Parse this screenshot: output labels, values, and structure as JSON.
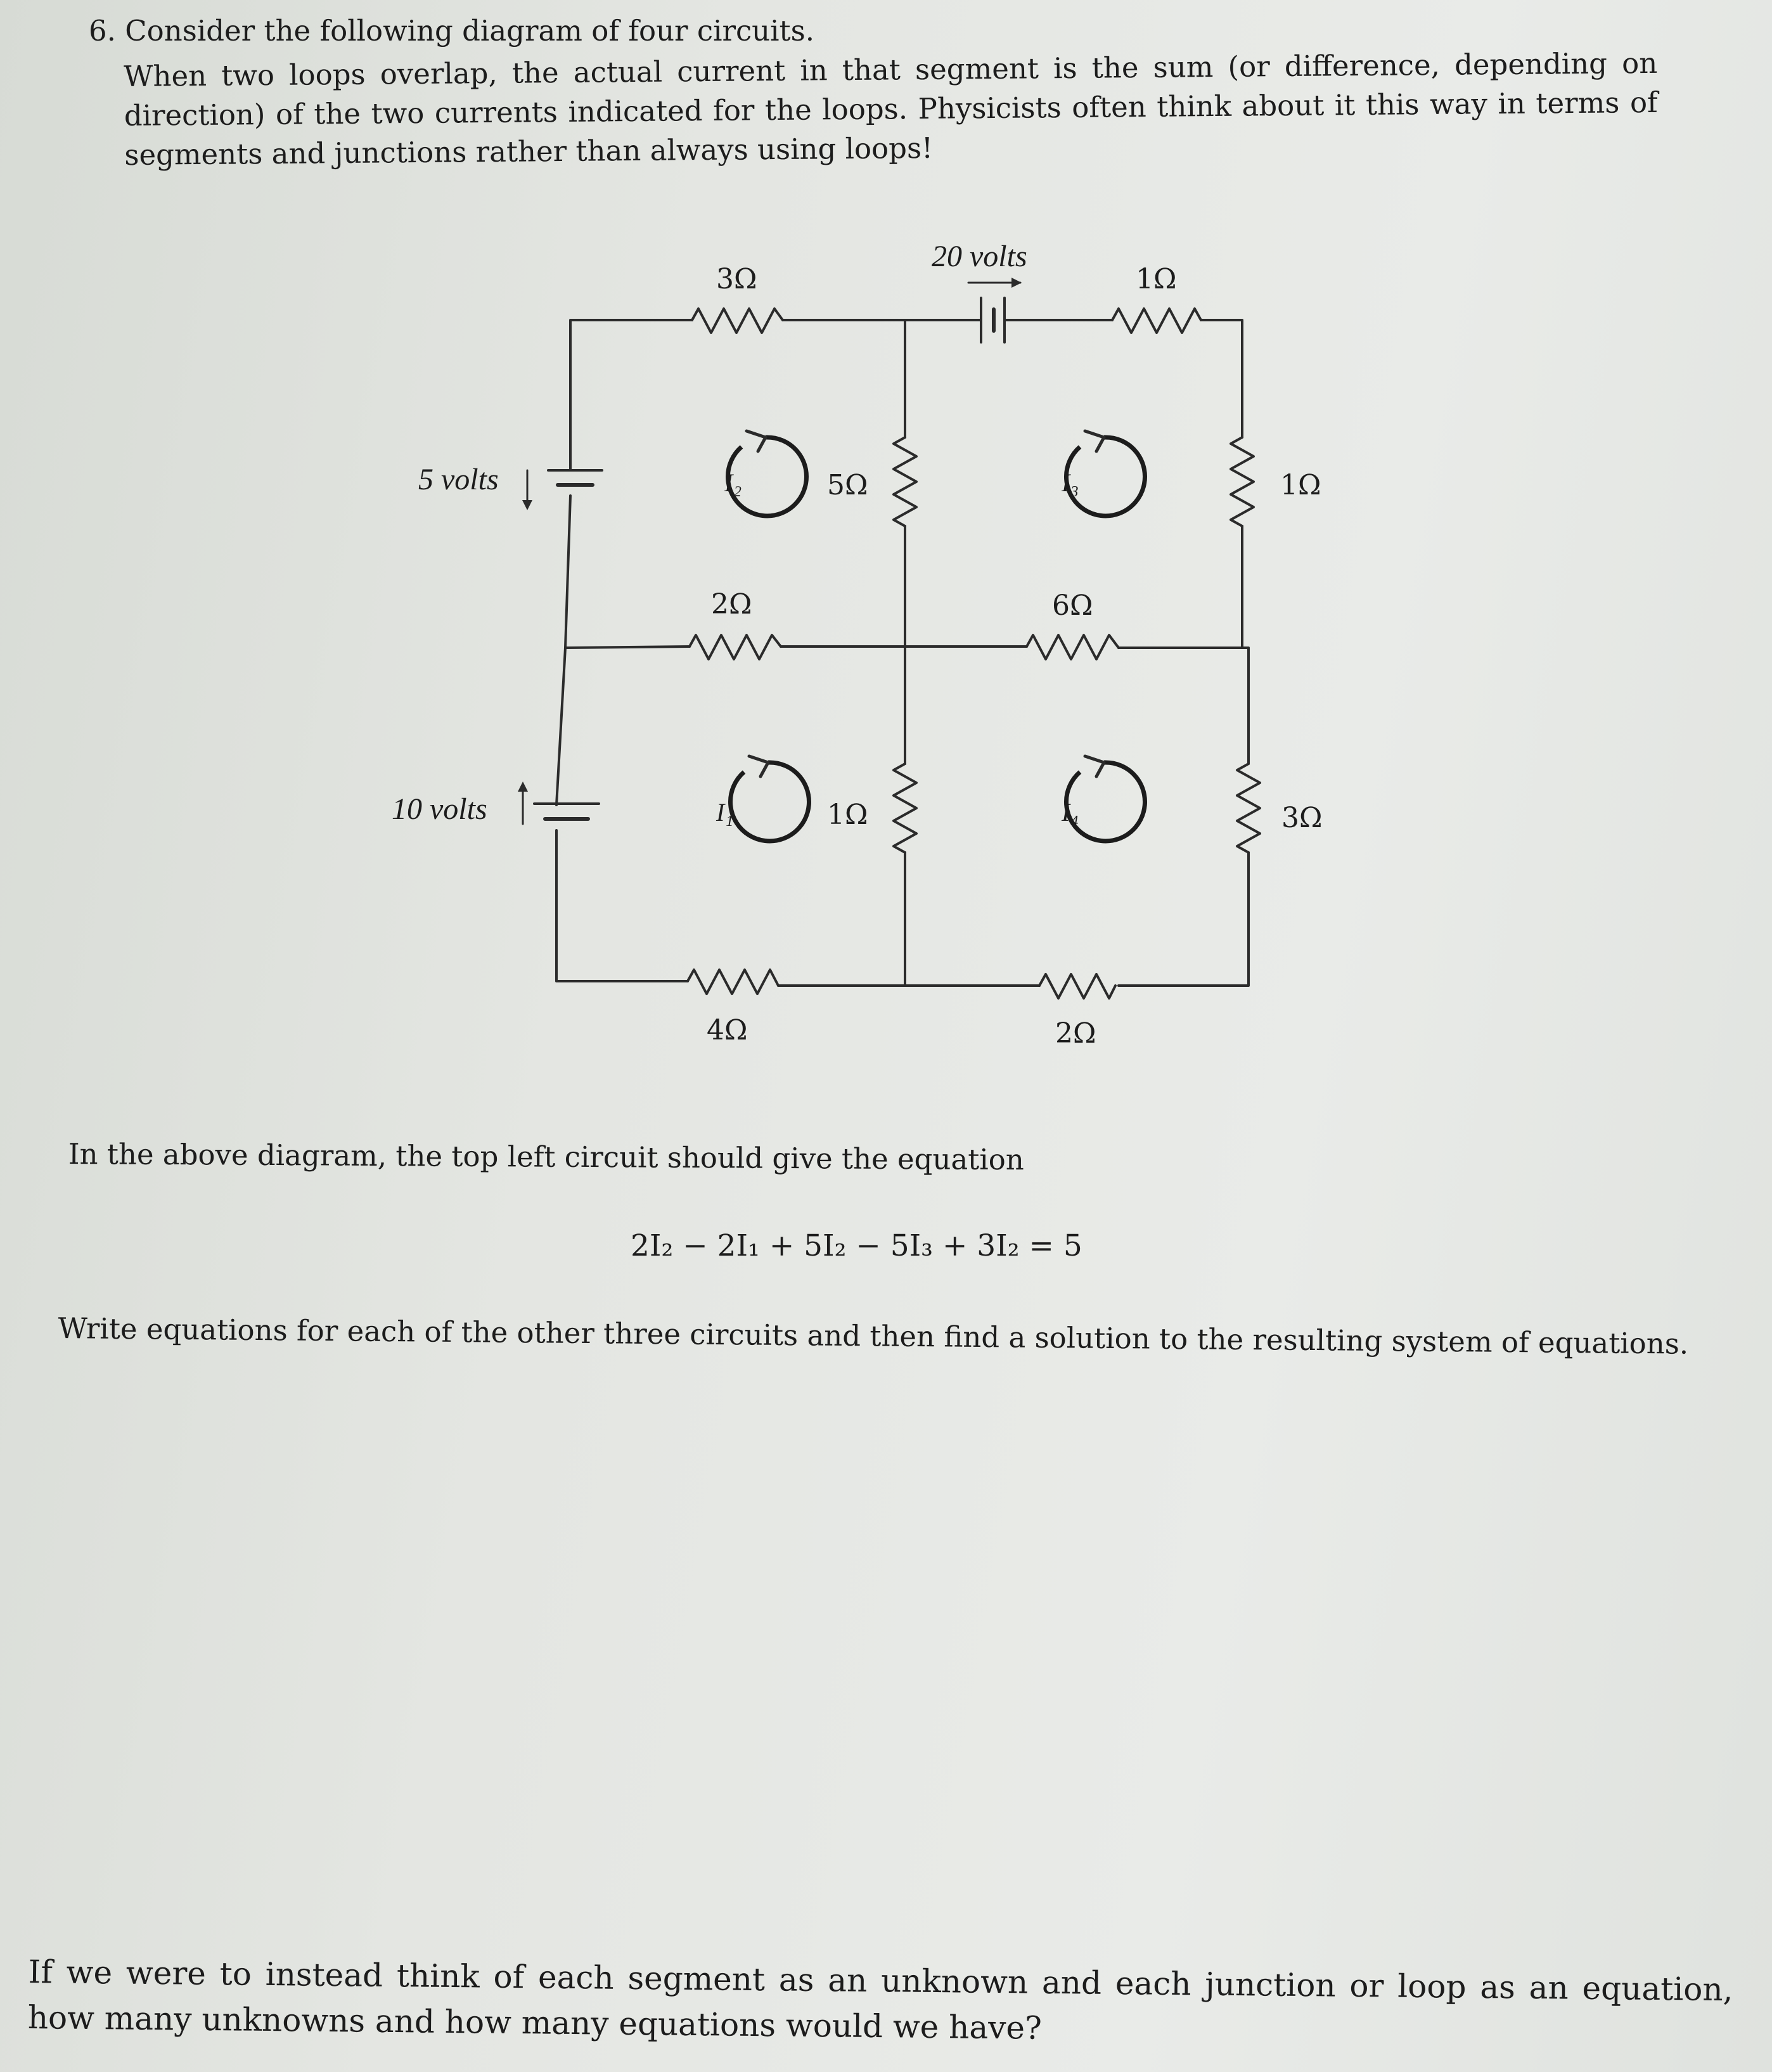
{
  "question": {
    "number": "6.",
    "title": "Consider the following diagram of four circuits.",
    "intro": "When two loops overlap, the actual current in that segment is the sum (or difference, depending on direction) of the two currents indicated for the loops. Physicists often think about it this way in terms of segments and junctions rather than always using loops!"
  },
  "circuit": {
    "r_top_left": "3Ω",
    "v_top": "20 volts",
    "r_top_right": "1Ω",
    "v_upper_left": "5 volts",
    "r_center_upper": "5Ω",
    "r_right_upper": "1Ω",
    "r_middle_left": "2Ω",
    "r_middle_right": "6Ω",
    "v_lower_left": "10 volts",
    "r_center_lower": "1Ω",
    "r_right_lower": "3Ω",
    "r_bottom_left": "4Ω",
    "r_bottom_right": "2Ω",
    "loop_currents": [
      "I₁",
      "I₂",
      "I₃",
      "I₄"
    ]
  },
  "body": {
    "above_text": "In the above diagram, the top left circuit should give the equation",
    "equation": "2I₂ − 2I₁ + 5I₂ − 5I₃ + 3I₂ = 5",
    "task": "Write equations for each of the other three circuits and then find a solution to the resulting system of equations.",
    "final_question": "If we were to instead think of each segment as an unknown and each junction or loop as an equation, how many unknowns and how many equations would we have?"
  }
}
